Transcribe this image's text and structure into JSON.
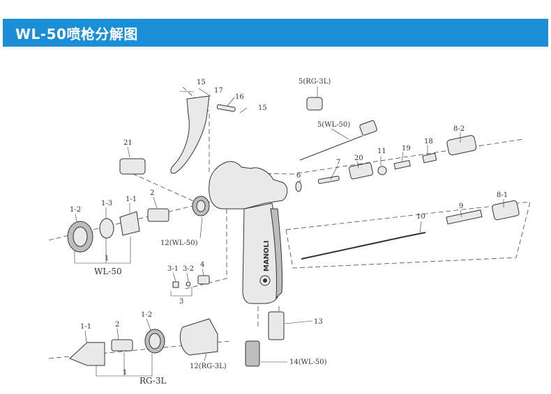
{
  "header": {
    "title": "WL-50喷枪分解图",
    "accent": "#1a8fd8"
  },
  "brand": "MANOLI",
  "labels": {
    "p15a": "15",
    "p17": "17",
    "p16": "16",
    "p15b": "15",
    "p5rg": "5(RG-3L)",
    "p5wl": "5(WL-50)",
    "p82": "8-2",
    "p18": "18",
    "p19": "19",
    "p11": "11",
    "p20": "20",
    "p7": "7",
    "p6": "6",
    "p21": "21",
    "p2a": "2",
    "p13a": "1-3",
    "p11a": "1-1",
    "p12a": "1-2",
    "p1a": "1",
    "wl50": "WL-50",
    "p12wl": "12(WL-50)",
    "p10": "10",
    "p9": "9",
    "p81": "8-1",
    "p31": "3-1",
    "p32": "3-2",
    "p4": "4",
    "p3": "3",
    "p13": "13",
    "p11b": "1-1",
    "p2b": "2",
    "p12b": "1-2",
    "p1b": "1",
    "rg3l": "RG-3L",
    "p12rg": "12(RG-3L)",
    "p14wl": "14(WL-50)"
  }
}
